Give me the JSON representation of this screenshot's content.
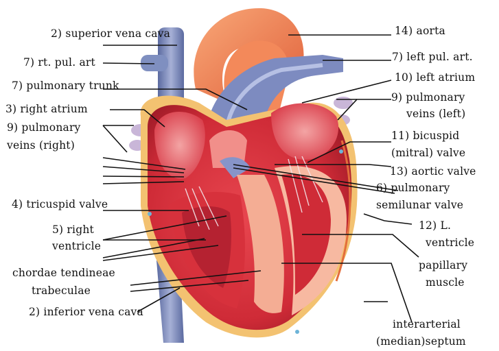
{
  "labels": {
    "superior_vena_cava": "2) superior vena cava",
    "rt_pul_art": "7) rt. pul. art",
    "pulmonary_trunk": "7) pulmonary trunk",
    "right_atrium": "3) right atrium",
    "pulmonary_veins_right_1": "9) pulmonary",
    "pulmonary_veins_right_2": "veins (right)",
    "tricuspid_valve": "4) tricuspid valve",
    "right_ventricle_1": "5) right",
    "right_ventricle_2": "ventricle",
    "chordae_tendineae": "chordae tendineae",
    "trabeculae": "trabeculae",
    "inferior_vena_cava": "2) inferior vena cava",
    "aorta": "14) aorta",
    "left_pul_art": "7) left pul. art.",
    "left_atrium": "10) left atrium",
    "pulmonary_veins_left_1": "9) pulmonary",
    "pulmonary_veins_left_2": "veins (left)",
    "bicuspid_1": "11) bicuspid",
    "bicuspid_2": "(mitral) valve",
    "aortic_valve": "13) aortic valve",
    "pulmonary_semilunar_1": "6) pulmonary",
    "pulmonary_semilunar_2": "semilunar valve",
    "l_ventricle_1": "12) L.",
    "l_ventricle_2": "ventricle",
    "papillary_1": "papillary",
    "papillary_2": "muscle",
    "septum_1": "interarterial",
    "septum_2": "(median)septum"
  },
  "colors": {
    "muscle": "#d7313c",
    "muscle_dark": "#a31d2a",
    "muscle_light": "#ef8a86",
    "fat": "#f2c77a",
    "septum": "#f6b79a",
    "vein": "#6f7fb2",
    "vein_light": "#9aa6cf",
    "aorta": "#f07a4c",
    "aorta_light": "#f8a16f",
    "line": "#111111"
  }
}
